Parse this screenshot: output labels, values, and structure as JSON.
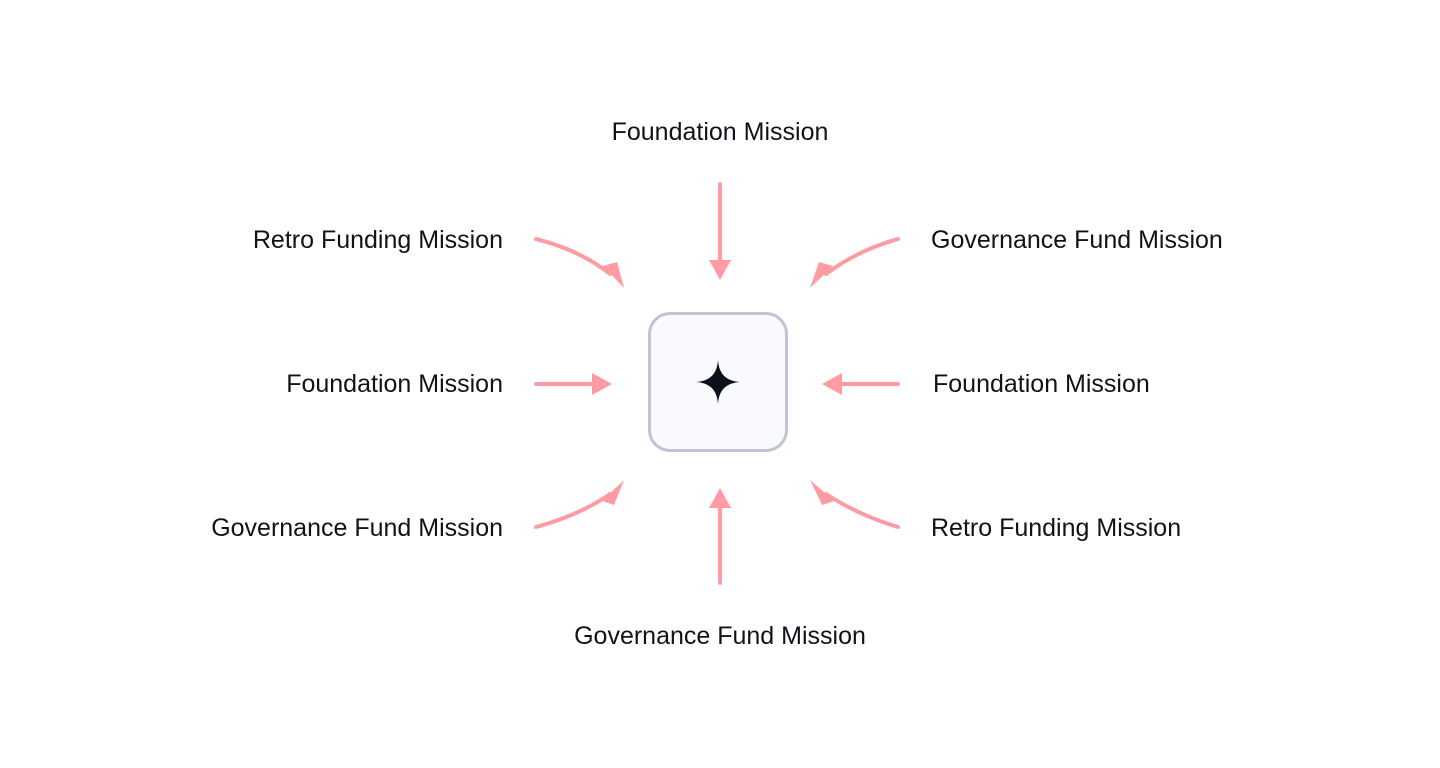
{
  "diagram": {
    "hub": {
      "icon": "sparkle-icon"
    },
    "labels": {
      "top": "Foundation Mission",
      "top_left": "Retro Funding Mission",
      "top_right": "Governance Fund Mission",
      "mid_left": "Foundation Mission",
      "mid_right": "Foundation Mission",
      "bottom_left": "Governance Fund Mission",
      "bottom_right": "Retro Funding Mission",
      "bottom": "Governance Fund Mission"
    },
    "colors": {
      "arrow": "#ff9ba3",
      "hub_border": "#bfc3d4",
      "hub_bg": "#f9fafd",
      "icon": "#0f111a",
      "text": "#111318"
    }
  }
}
